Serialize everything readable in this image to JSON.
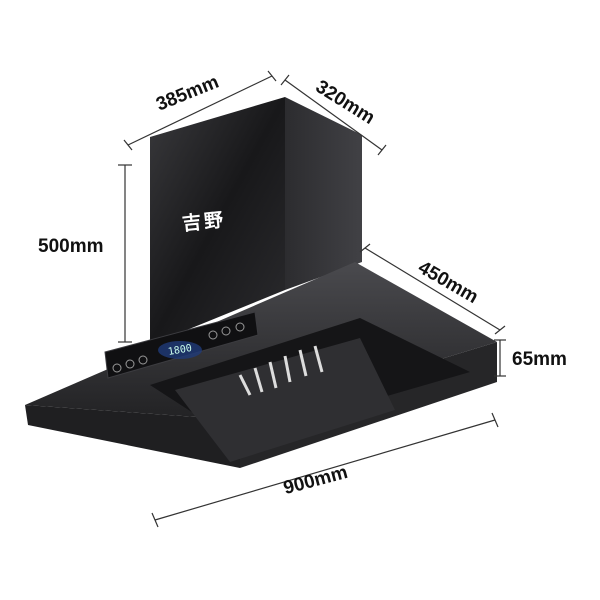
{
  "product": {
    "brand_logo": "吉野",
    "display_reading": "1800"
  },
  "dimensions": {
    "chimney_width": "385mm",
    "chimney_depth": "320mm",
    "chimney_height": "500mm",
    "canopy_depth": "450mm",
    "canopy_thickness": "65mm",
    "total_width": "900mm"
  },
  "colors": {
    "body": "#2a2a2c",
    "panel": "#1b1b1d",
    "dimension_line": "#333333"
  }
}
